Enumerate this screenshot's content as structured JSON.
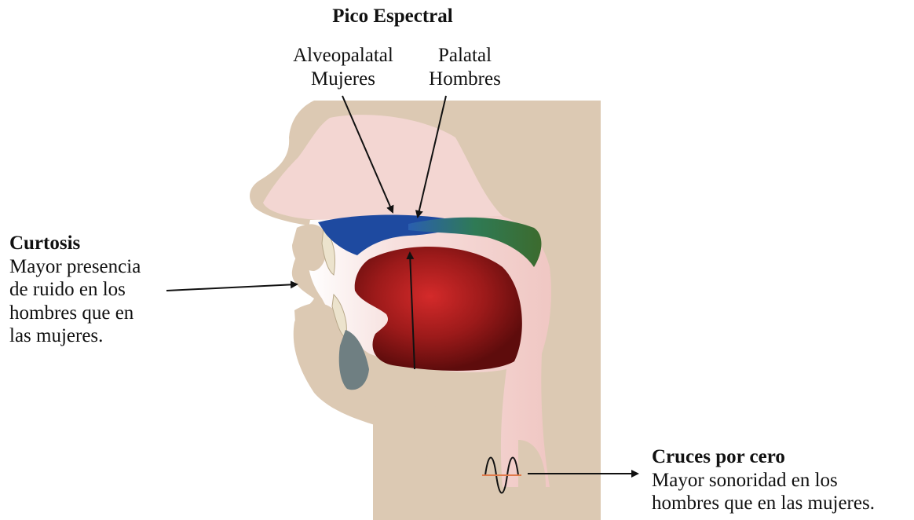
{
  "title": "Pico Espectral",
  "labels": {
    "alveopalatal": {
      "line1": "Alveopalatal",
      "line2": "Mujeres"
    },
    "palatal": {
      "line1": "Palatal",
      "line2": "Hombres"
    }
  },
  "curtosis": {
    "heading": "Curtosis",
    "lines": [
      "Mayor presencia",
      "de ruido en los",
      "hombres que en",
      "las mujeres."
    ]
  },
  "cruces": {
    "heading": "Cruces por cero",
    "lines": [
      "Mayor sonoridad en los",
      "hombres que en las mujeres."
    ]
  },
  "colors": {
    "skin": "#dcc9b3",
    "tongue": "#9c1a1a",
    "alveopalatal_region": "#1e4aa0",
    "palatal_region": "#3c6b2e",
    "gum": "#6f7f82",
    "airway": "#f2d2cf"
  }
}
